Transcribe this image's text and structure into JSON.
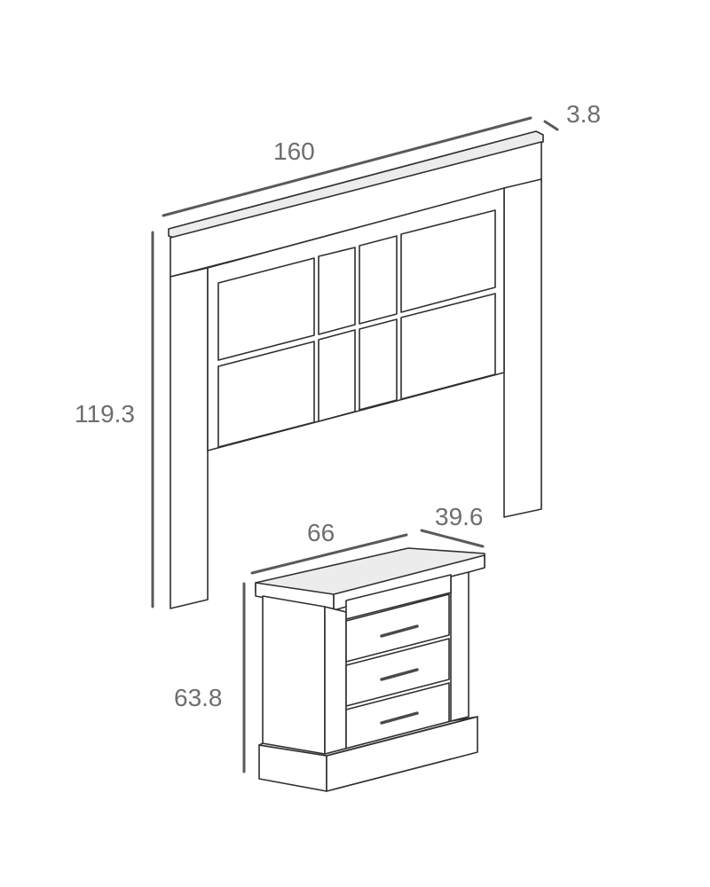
{
  "headboard": {
    "width": "160",
    "depth": "3.8",
    "height": "119.3"
  },
  "nightstand": {
    "width": "66",
    "depth": "39.6",
    "height": "63.8"
  },
  "colors": {
    "line": "#2f2f2f",
    "dimension": "#5a5a5a",
    "text": "#6e6e6e"
  }
}
